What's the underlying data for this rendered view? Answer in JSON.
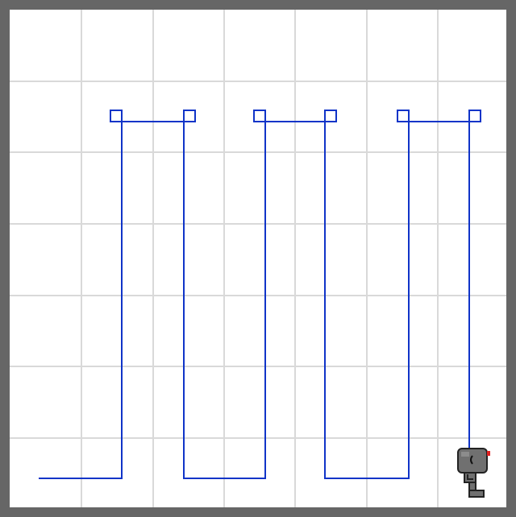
{
  "game": {
    "type": "grid-path-drawing",
    "grid": {
      "columns": 7,
      "rows": 7
    },
    "colors": {
      "border": "#666666",
      "background": "#ffffff",
      "grid_lines": "#d9d9d9",
      "path": "#1034c8",
      "robot_body": "#707070",
      "robot_outline": "#222222",
      "robot_led": "#e02020"
    },
    "sprite": {
      "icon": "robot-icon",
      "facing": "right"
    }
  }
}
